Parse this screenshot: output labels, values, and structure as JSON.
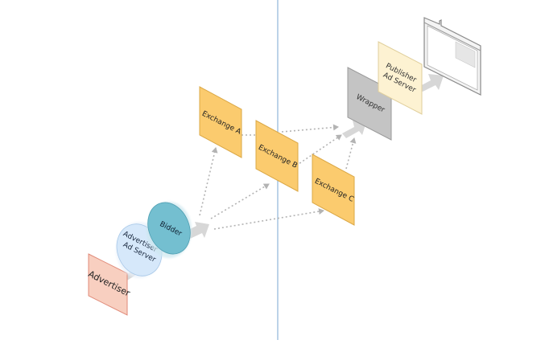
{
  "nodes": {
    "advertiser": "Advertiser",
    "advertiser_ad_server": [
      "Advertiser",
      "Ad Server"
    ],
    "bidder": "Bidder",
    "exchange_a": "Exchange A",
    "exchange_b": "Exchange B",
    "exchange_c": "Exchange C",
    "wrapper": "Wrapper",
    "publisher_ad_server": [
      "Publisher",
      "Ad Server"
    ]
  },
  "icons": {
    "browser": "browser-window-icon"
  },
  "colors": {
    "advertiser_fill": "#f8cfc0",
    "advertiser_stroke": "#e08a78",
    "ad_server_fill": "#d6e8fa",
    "bidder_fill": "#74bfd0",
    "exchange_fill": "#fbcb6e",
    "exchange_stroke": "#dba846",
    "wrapper_fill": "#c4c4c4",
    "publisher_fill": "#fdf2d2",
    "divider": "#8fb6d8",
    "arrow_gray": "#d7d7d7",
    "dotted": "#b3b3b3"
  }
}
